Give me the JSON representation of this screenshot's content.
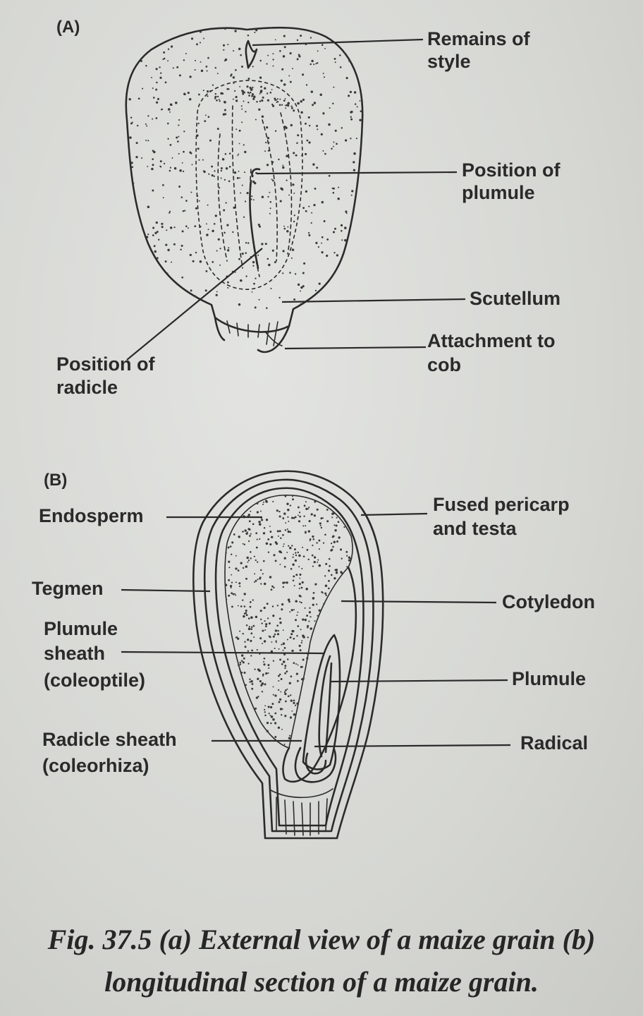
{
  "panels": {
    "a": {
      "tag": "(A)",
      "labels": {
        "remains_of_style": [
          "Remains of",
          "style"
        ],
        "position_of_plumule": [
          "Position of",
          "plumule"
        ],
        "scutellum": [
          "Scutellum"
        ],
        "attachment_to_cob": [
          "Attachment to",
          "cob"
        ],
        "position_of_radicle": [
          "Position of",
          "radicle"
        ]
      }
    },
    "b": {
      "tag": "(B)",
      "labels": {
        "endosperm": [
          "Endosperm"
        ],
        "fused_pericarp": [
          "Fused pericarp",
          "and testa"
        ],
        "tegmen": [
          "Tegmen"
        ],
        "cotyledon": [
          "Cotyledon"
        ],
        "plumule_sheath": [
          "Plumule",
          "sheath",
          "(coleoptile)"
        ],
        "plumule": [
          "Plumule"
        ],
        "radicle_sheath": [
          "Radicle sheath",
          "(coleorhiza)"
        ],
        "radical": [
          "Radical"
        ]
      }
    }
  },
  "caption": {
    "line1": "Fig. 37.5 (a) External view of a maize grain (b)",
    "line2": "longitudinal section of a maize grain."
  }
}
